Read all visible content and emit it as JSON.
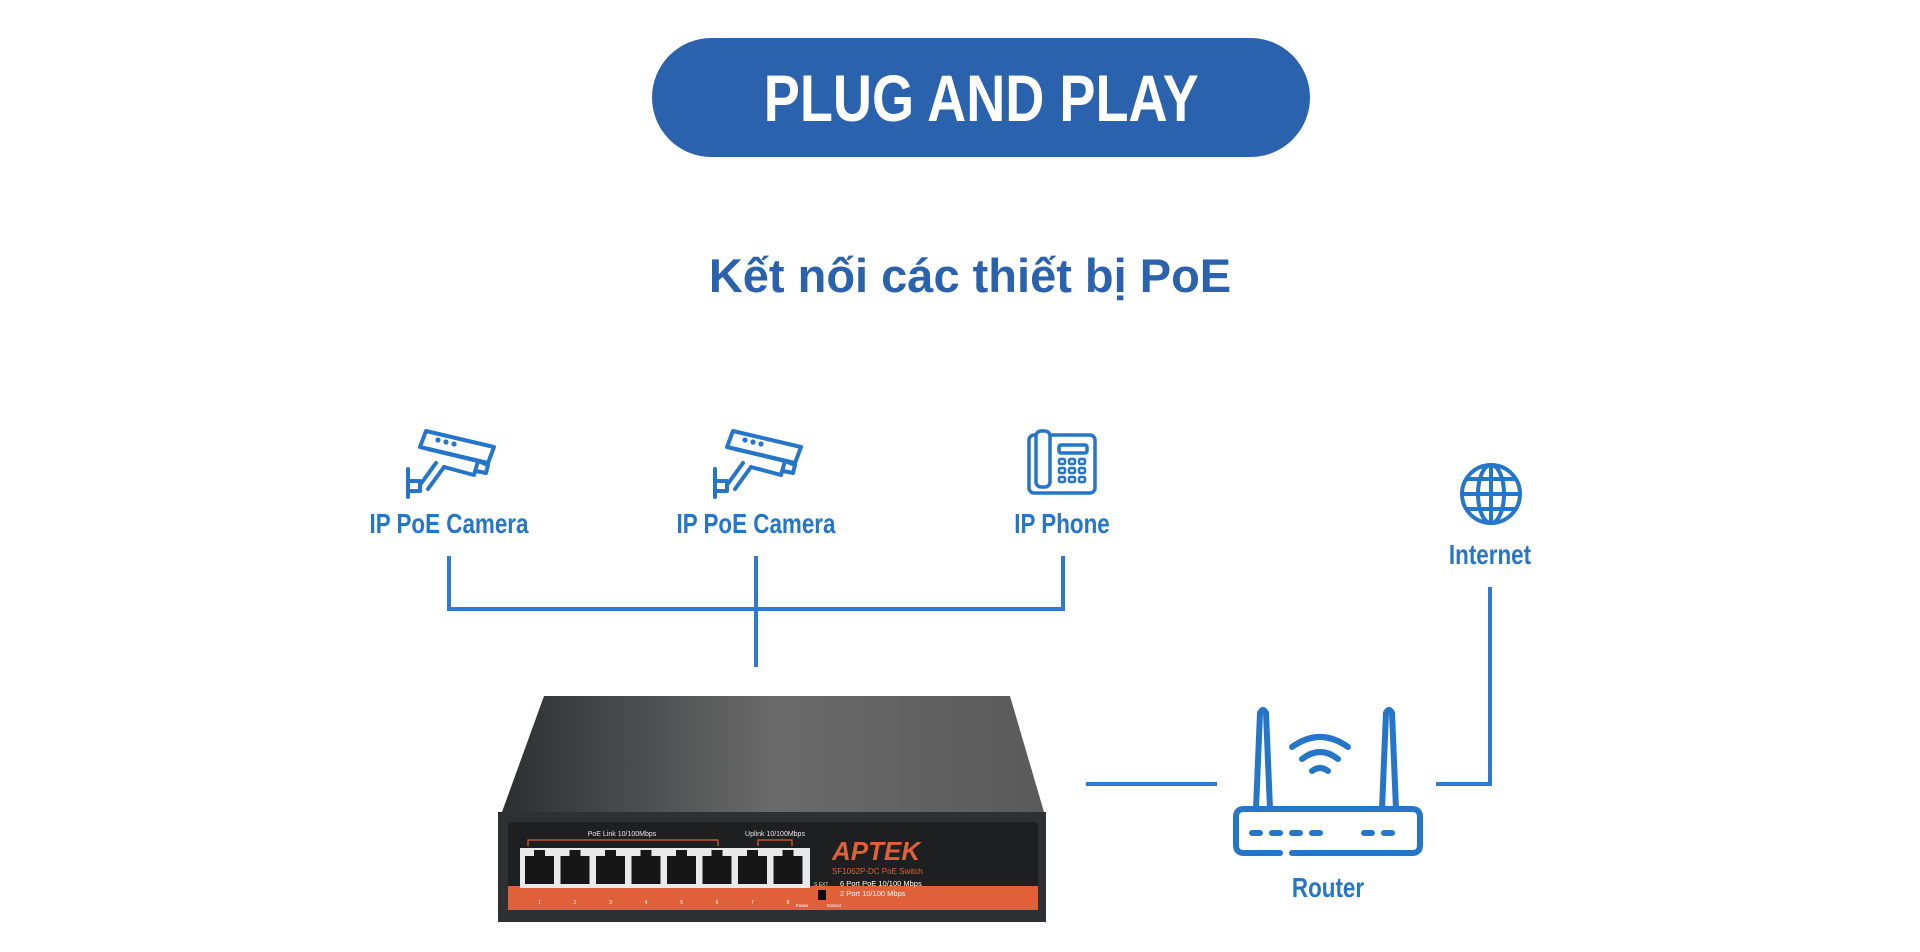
{
  "header": {
    "title": "PLUG AND PLAY",
    "subtitle": "Kết nối các thiết bị PoE"
  },
  "colors": {
    "brand_blue": "#2a62ad",
    "icon_blue": "#2575c8",
    "switch_orange": "#e0603a",
    "switch_body": "#3c3d3f"
  },
  "devices": [
    {
      "label": "IP PoE Camera",
      "icon": "cctv-camera-icon"
    },
    {
      "label": "IP PoE Camera",
      "icon": "cctv-camera-icon"
    },
    {
      "label": "IP Phone",
      "icon": "desk-phone-icon"
    },
    {
      "label": "Internet",
      "icon": "globe-icon"
    },
    {
      "label": "Router",
      "icon": "wifi-router-icon"
    }
  ],
  "switch": {
    "brand": "APTEK",
    "model": "SF1062P-DC PoE Switch",
    "group_poe": "PoE Link 10/100Mbps",
    "group_uplink": "Uplink 10/100Mbps",
    "spec_1": "6 Port PoE 10/100 Mbps",
    "spec_2": "2 Port 10/100 Mbps",
    "port_numbers": [
      "1",
      "2",
      "3",
      "4",
      "5",
      "6",
      "7",
      "8"
    ],
    "led_power": "Power",
    "led_extend": "Extend",
    "dip_label": "S  EXT"
  }
}
